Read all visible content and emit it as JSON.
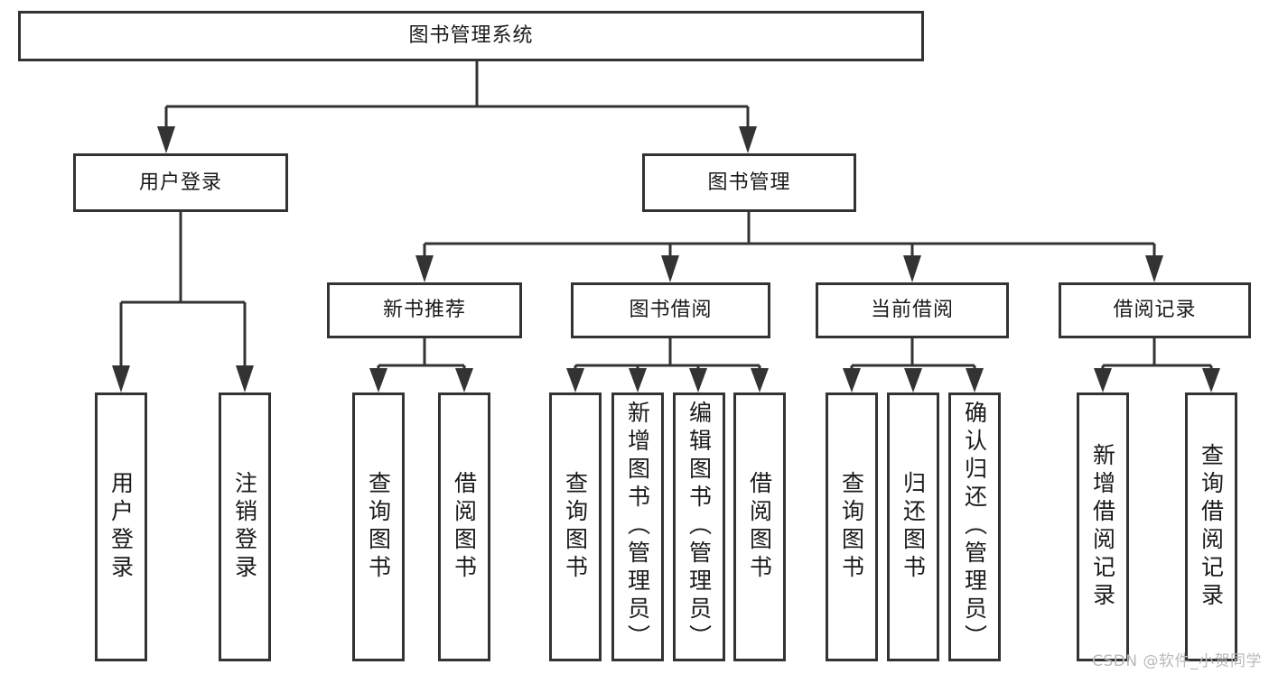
{
  "diagram": {
    "title": "图书管理系统",
    "watermark": "CSDN @软件_小贺同学",
    "colors": {
      "box_border": "#333333",
      "box_fill": "#ffffff",
      "link": "#333333",
      "text": "#1a1a1a",
      "watermark": "#b9b9b9"
    },
    "levels": {
      "root": {
        "label": "图书管理系统"
      },
      "level2": [
        {
          "label": "用户登录"
        },
        {
          "label": "图书管理"
        }
      ],
      "level3": [
        {
          "label": "新书推荐"
        },
        {
          "label": "图书借阅"
        },
        {
          "label": "当前借阅"
        },
        {
          "label": "借阅记录"
        }
      ],
      "leaves": {
        "user_login": [
          {
            "label": "用户登录"
          },
          {
            "label": "注销登录"
          }
        ],
        "new_book_recommend": [
          {
            "label": "查询图书"
          },
          {
            "label": "借阅图书"
          }
        ],
        "book_borrow": [
          {
            "label": "查询图书"
          },
          {
            "label": "新增图书（管理员）"
          },
          {
            "label": "编辑图书（管理员）"
          },
          {
            "label": "借阅图书"
          }
        ],
        "current_borrow": [
          {
            "label": "查询图书"
          },
          {
            "label": "归还图书"
          },
          {
            "label": "确认归还（管理员）"
          }
        ],
        "borrow_record": [
          {
            "label": "新增借阅记录"
          },
          {
            "label": "查询借阅记录"
          }
        ]
      }
    }
  }
}
